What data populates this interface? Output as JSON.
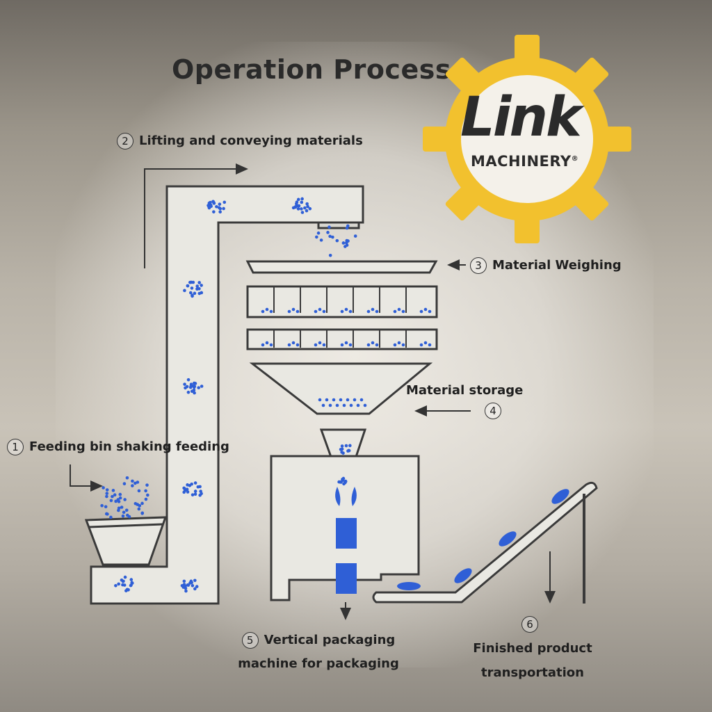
{
  "title": "Operation Process",
  "logo": {
    "name": "Link",
    "sub": "MACHINERY",
    "mark": "®",
    "gear_color": "#f2c12e"
  },
  "steps": [
    {
      "num": "1",
      "label": "Feeding bin shaking feeding"
    },
    {
      "num": "2",
      "label": "Lifting and conveying materials"
    },
    {
      "num": "3",
      "label": "Material Weighing"
    },
    {
      "num": "4",
      "label": "Material storage"
    },
    {
      "num": "5",
      "label_line1": "Vertical packaging",
      "label_line2": "machine for packaging"
    },
    {
      "num": "6",
      "label_line1": "Finished product",
      "label_line2": "transportation"
    }
  ],
  "colors": {
    "machine_fill": "#e9e8e2",
    "outline": "#3a3a3a",
    "material": "#2f5fd6"
  }
}
